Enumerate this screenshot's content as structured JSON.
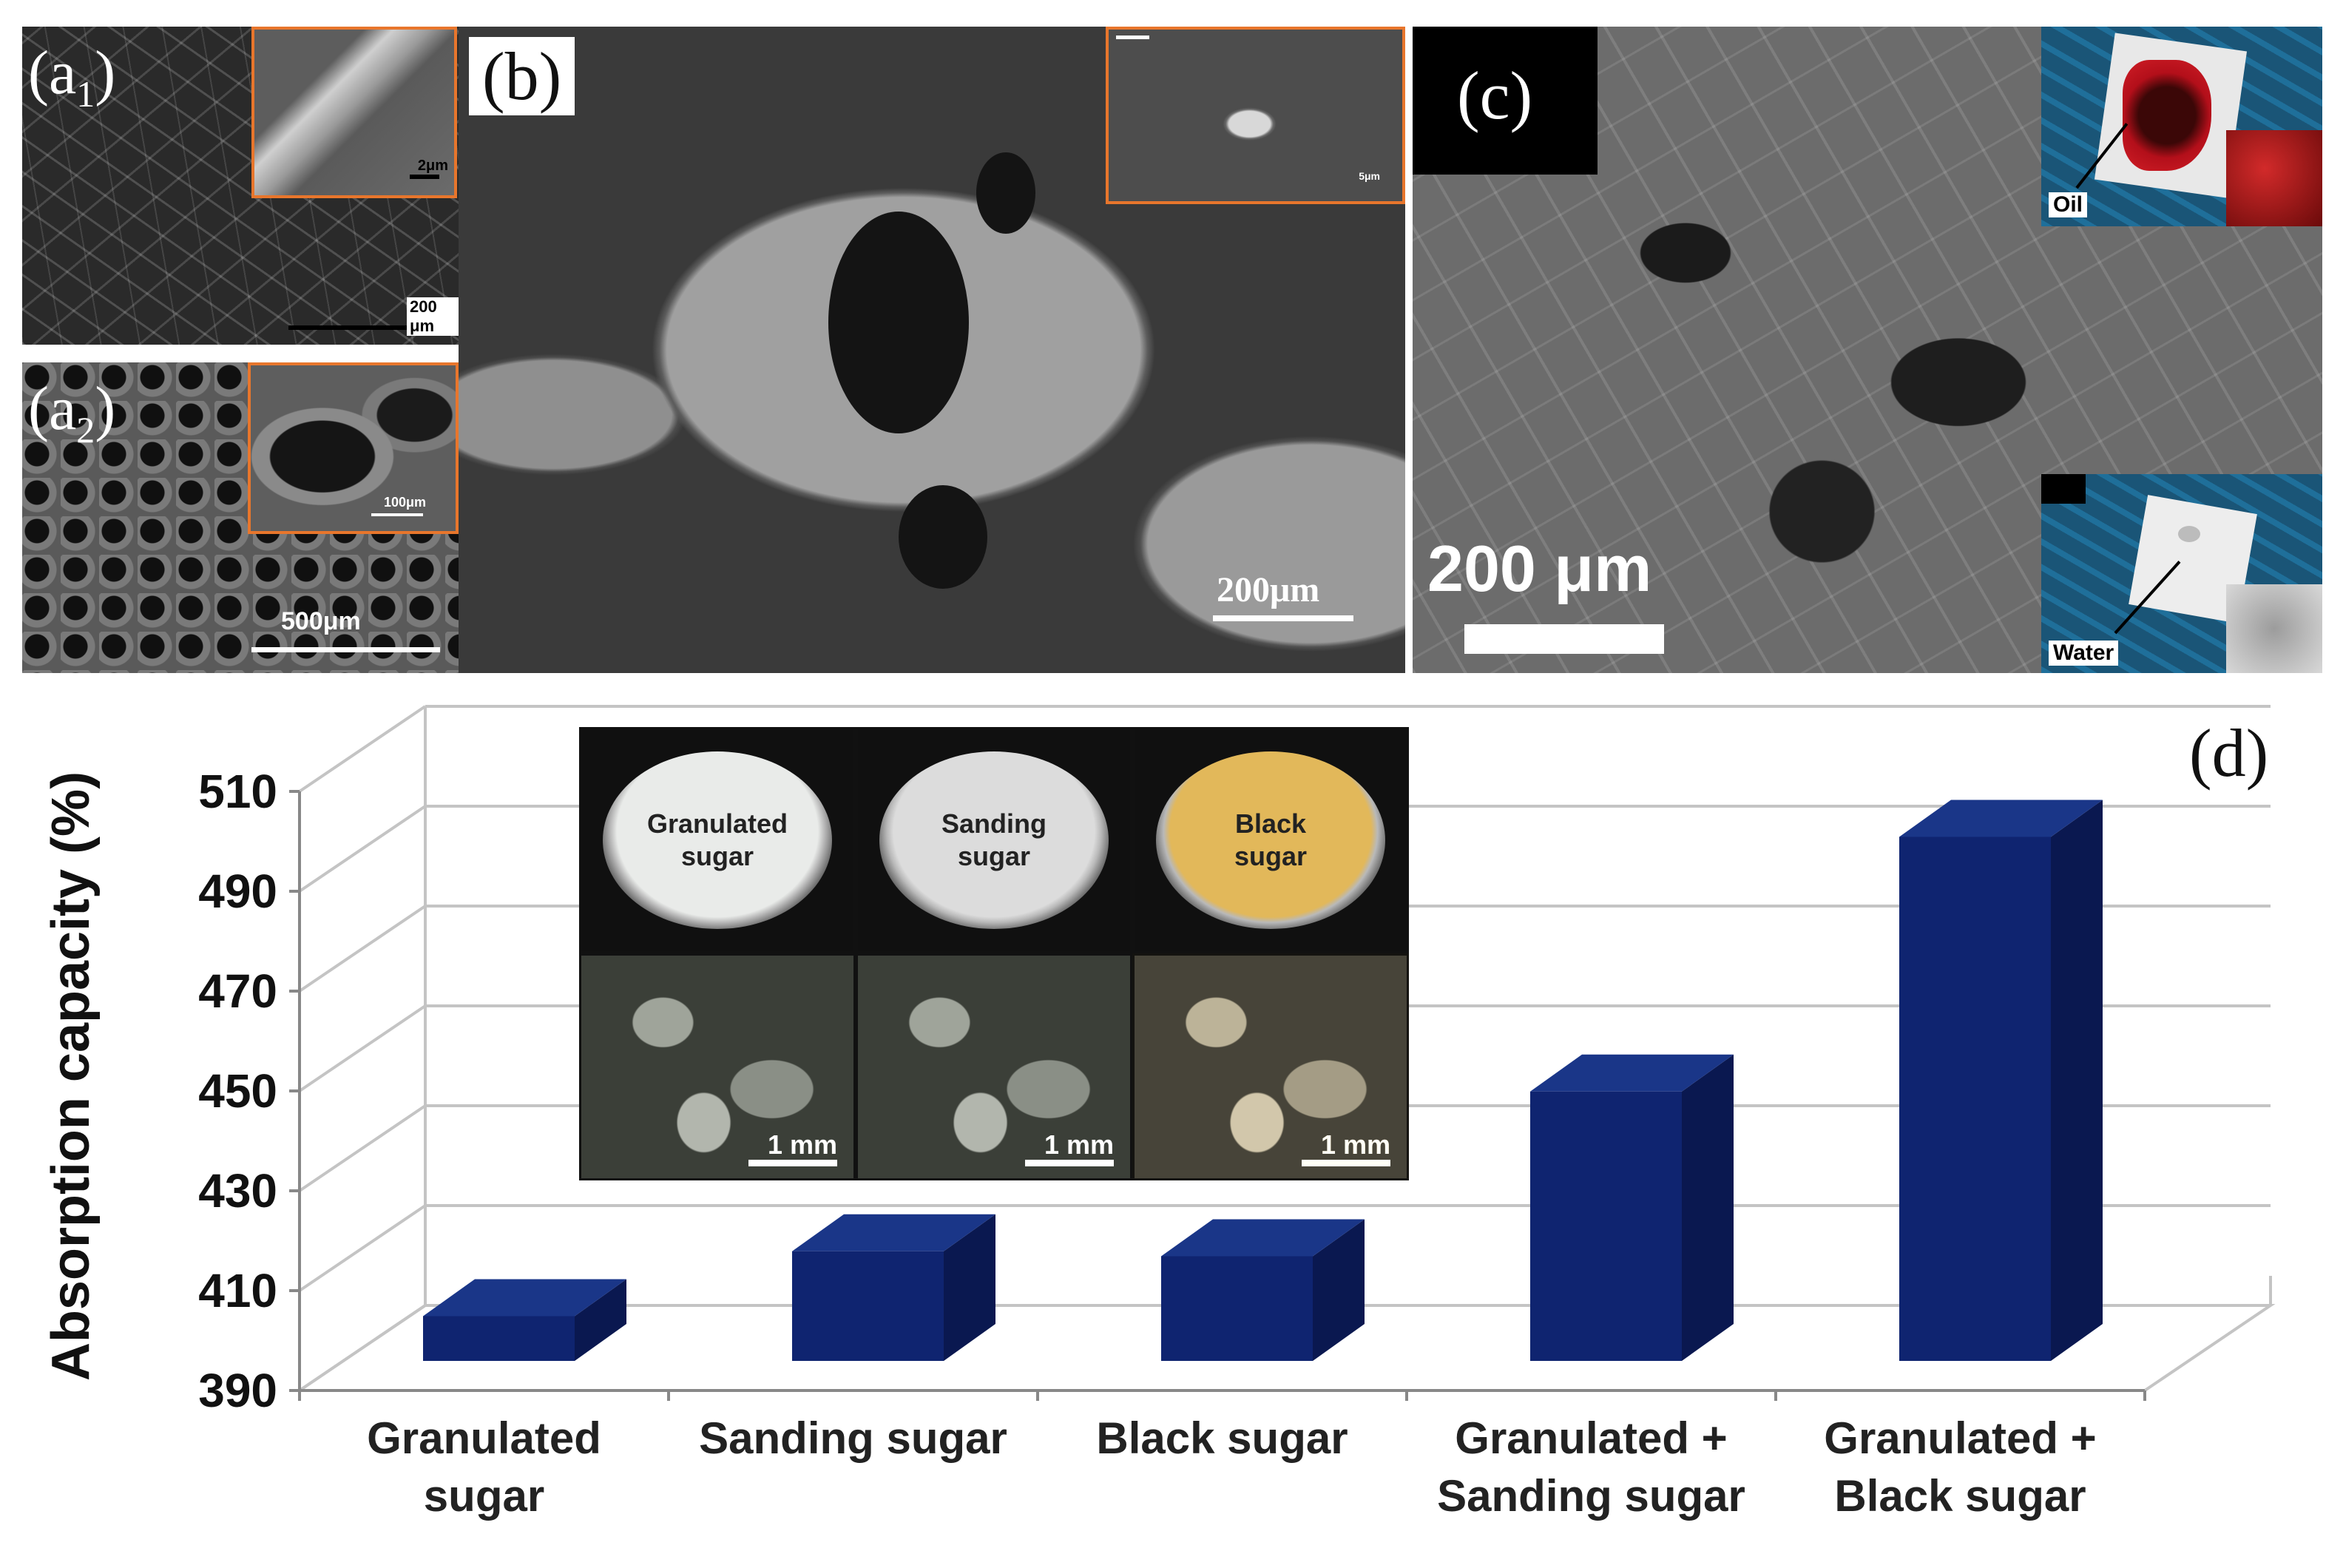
{
  "panels": {
    "a1": {
      "label": "(a",
      "sub": "1",
      "label_close": ")",
      "scale_main": "200 μm",
      "scale_inset": "2μm"
    },
    "a2": {
      "label": "(a",
      "sub": "2",
      "label_close": ")",
      "scale_main": "500μm",
      "scale_inset": "100μm"
    },
    "b": {
      "label": "(b)",
      "scale_main": "200μm",
      "scale_inset": "5μm"
    },
    "c": {
      "label": "(c)",
      "scale_main": "200 μm",
      "oil_label": "Oil",
      "water_label": "Water"
    },
    "d": {
      "label": "(d)"
    }
  },
  "sugar_photos": [
    {
      "name": "Granulated",
      "name2": "sugar",
      "scale": "1 mm",
      "dish_color": "#e9ebe9"
    },
    {
      "name": "Sanding",
      "name2": "sugar",
      "scale": "1 mm",
      "dish_color": "#dcdcdc"
    },
    {
      "name": "Black",
      "name2": "sugar",
      "scale": "1 mm",
      "dish_color": "#e2b85a"
    }
  ],
  "colors": {
    "bar_front": "#0f2470",
    "bar_side": "#0a1850",
    "bar_top": "#1a3688",
    "accent_orange": "#e8762c"
  },
  "chart_data": {
    "type": "bar",
    "categories": [
      [
        "Granulated",
        "sugar"
      ],
      [
        "Sanding sugar"
      ],
      [
        "Black sugar"
      ],
      [
        "Granulated +",
        "Sanding sugar"
      ],
      [
        "Granulated +",
        "Black sugar"
      ]
    ],
    "series": [
      {
        "values": [
          404,
          417,
          416,
          449,
          500
        ]
      }
    ],
    "ylabel": "Absorption capacity (%)",
    "xlabel": "",
    "ylim": [
      390,
      510
    ],
    "yticks": [
      390,
      410,
      430,
      450,
      470,
      490,
      510
    ],
    "grid": true,
    "style": "3d"
  }
}
